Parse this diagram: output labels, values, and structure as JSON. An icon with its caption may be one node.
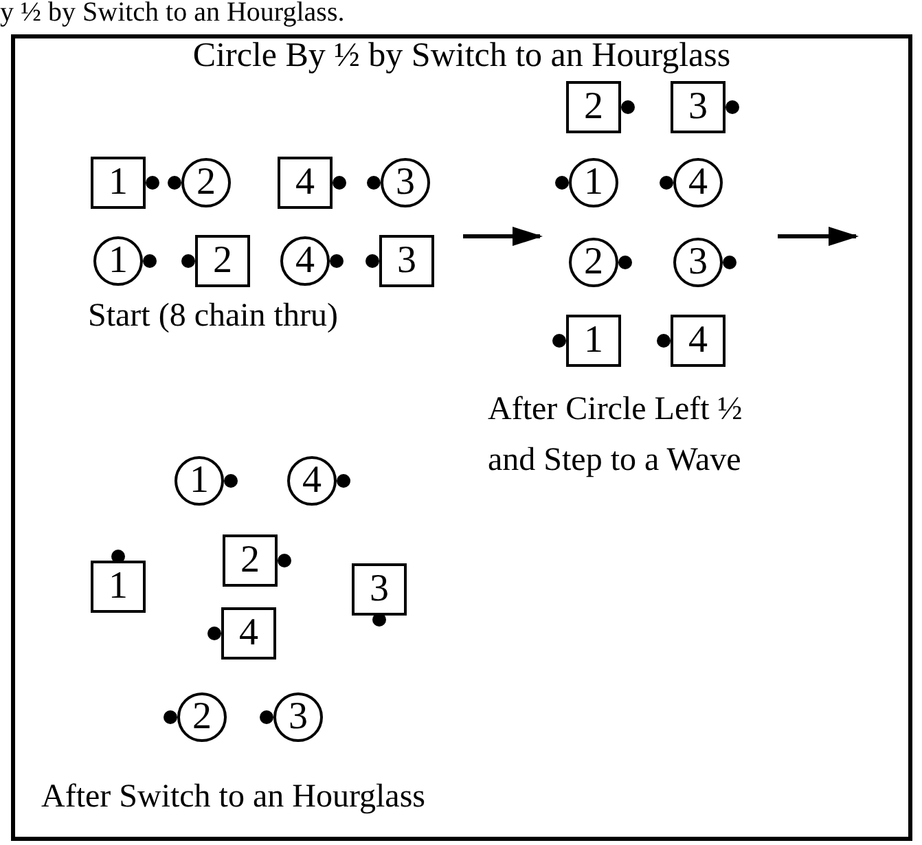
{
  "diagram": {
    "title": "Circle By ½ by Switch to an Hourglass",
    "nodes": [
      {
        "text": [
          "1"
        ]
      },
      {
        "text": [
          "2"
        ]
      },
      {
        "text": [
          "4"
        ]
      },
      {
        "text": [
          "3"
        ]
      },
      {
        "text": [
          "1"
        ]
      },
      {
        "text": [
          "2"
        ]
      },
      {
        "text": [
          "4"
        ]
      },
      {
        "text": [
          "3"
        ]
      },
      {
        "text": [
          "2"
        ]
      },
      {
        "text": [
          "3"
        ]
      },
      {
        "text": [
          "1"
        ]
      },
      {
        "text": [
          "4"
        ]
      },
      {
        "text": [
          "2"
        ]
      },
      {
        "text": [
          "3"
        ]
      },
      {
        "text": [
          "1"
        ]
      },
      {
        "text": [
          "4"
        ]
      },
      {
        "text": [
          "1"
        ]
      },
      {
        "text": [
          "4"
        ]
      },
      {
        "text": [
          "2"
        ]
      },
      {
        "text": [
          "1"
        ]
      },
      {
        "text": [
          "3"
        ]
      },
      {
        "text": [
          "4"
        ]
      },
      {
        "text": [
          "2"
        ]
      },
      {
        "text": [
          "3"
        ]
      }
    ],
    "labels": [
      "y ½ by Switch to an Hourglass.",
      "Start (8 chain thru)",
      "After Circle Left ½ and Step to a Wave",
      "After Switch to an Hourglass"
    ]
  }
}
